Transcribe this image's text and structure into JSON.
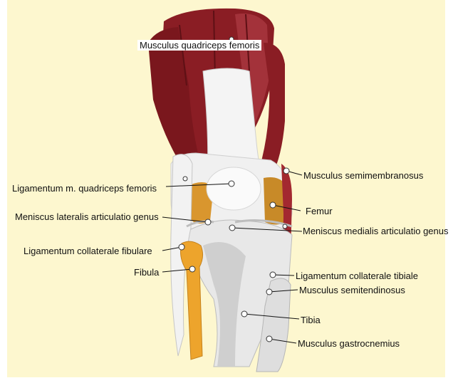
{
  "colors": {
    "background": "#fdf7cf",
    "muscle": "#8a1d24",
    "muscle_light": "#b63d44",
    "bone": "#ececec",
    "bone_shade": "#bdbdbd",
    "ligament": "#d9962e",
    "fibula": "#eda42c",
    "leader": "#111111"
  },
  "labels": {
    "quadriceps": "Musculus quadriceps femoris",
    "ligamentum_quadriceps": "Ligamentum m. quadriceps femoris",
    "meniscus_lateralis": "Meniscus lateralis articulatio genus",
    "collaterale_fibulare": "Ligamentum collaterale fibulare",
    "fibula": "Fibula",
    "semimembranosus": "Musculus semimembranosus",
    "femur": "Femur",
    "meniscus_medialis": "Meniscus medialis articulatio genus",
    "collaterale_tibiale": "Ligamentum collaterale tibiale",
    "semitendinosus": "Musculus semitendinosus",
    "tibia": "Tibia",
    "gastrocnemius": "Musculus gastrocnemius"
  }
}
